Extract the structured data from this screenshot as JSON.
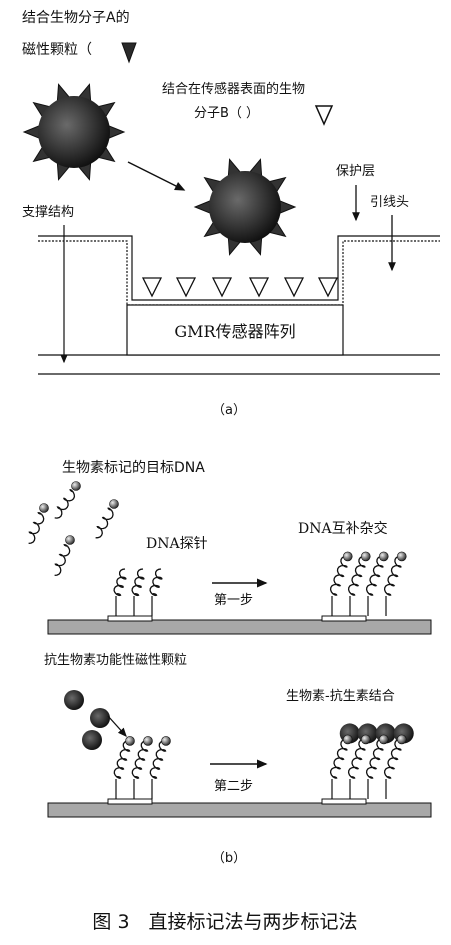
{
  "panel_a": {
    "label_mol_a": "结合生物分子A的",
    "label_mag_particle": "磁性颗粒（",
    "label_mol_b_line1": "结合在传感器表面的生物",
    "label_mol_b_line2": "分子B（   ）",
    "label_protect": "保护层",
    "label_support": "支撑结构",
    "label_lead": "引线头",
    "label_sensor": "GMR传感器阵列",
    "caption": "（a）"
  },
  "panel_b": {
    "label_biotin_dna": "生物素标记的目标DNA",
    "label_probe": "DNA探针",
    "label_hybrid": "DNA互补杂交",
    "label_step1": "第一步",
    "label_avidin_particle": "抗生物素功能性磁性颗粒",
    "label_binding": "生物素-抗生素结合",
    "label_step2": "第二步",
    "caption": "（b）"
  },
  "figure_caption": "图 3　直接标记法与两步标记法",
  "colors": {
    "ink": "#111111",
    "surface": "#a8a8a8",
    "particle": "#1a1a1a"
  }
}
